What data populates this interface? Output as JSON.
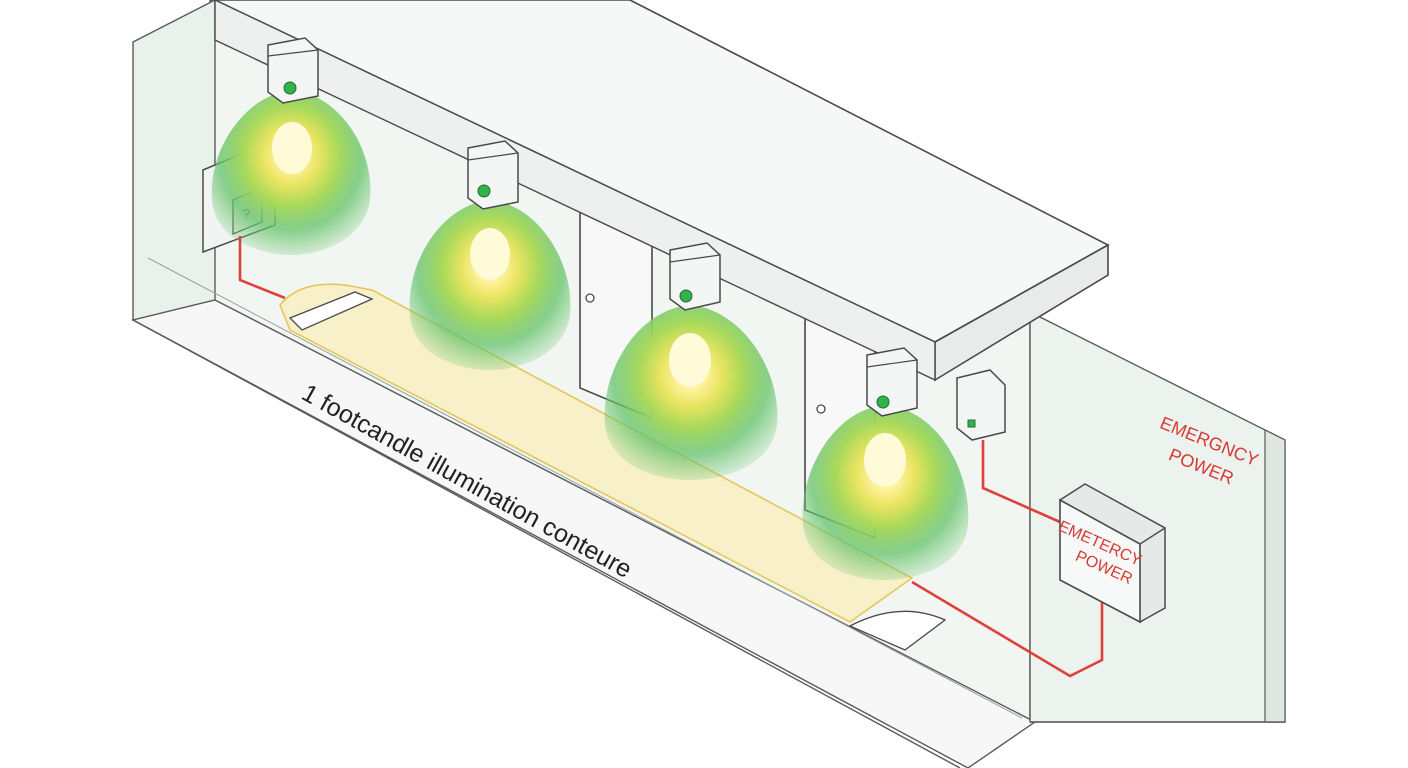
{
  "labels": {
    "contour": "1 footcandle illumination conteure",
    "wall_sign_line1": "EMERGNCY",
    "wall_sign_line2": "POWER",
    "box_sign_line1": "EMETERCY",
    "box_sign_line2": "POWER",
    "switch_symbol": "?"
  },
  "colors": {
    "outline": "#4a4a4a",
    "wall_fill": "#eef3ef",
    "ceiling_fill": "#f4f5f5",
    "contour_fill": "#f8efbf",
    "contour_stroke": "#e4c75a",
    "glow_outer": "#6cc46c",
    "glow_mid": "#b8dc5a",
    "glow_core": "#fff7b0",
    "indicator": "#2fb34a",
    "wire": "#e0403a",
    "sign_text": "#d83a34"
  },
  "fixtures": [
    {
      "id": 1,
      "icon": "emergency-light-icon"
    },
    {
      "id": 2,
      "icon": "emergency-light-icon"
    },
    {
      "id": 3,
      "icon": "emergency-light-icon"
    },
    {
      "id": 4,
      "icon": "emergency-light-icon"
    }
  ]
}
